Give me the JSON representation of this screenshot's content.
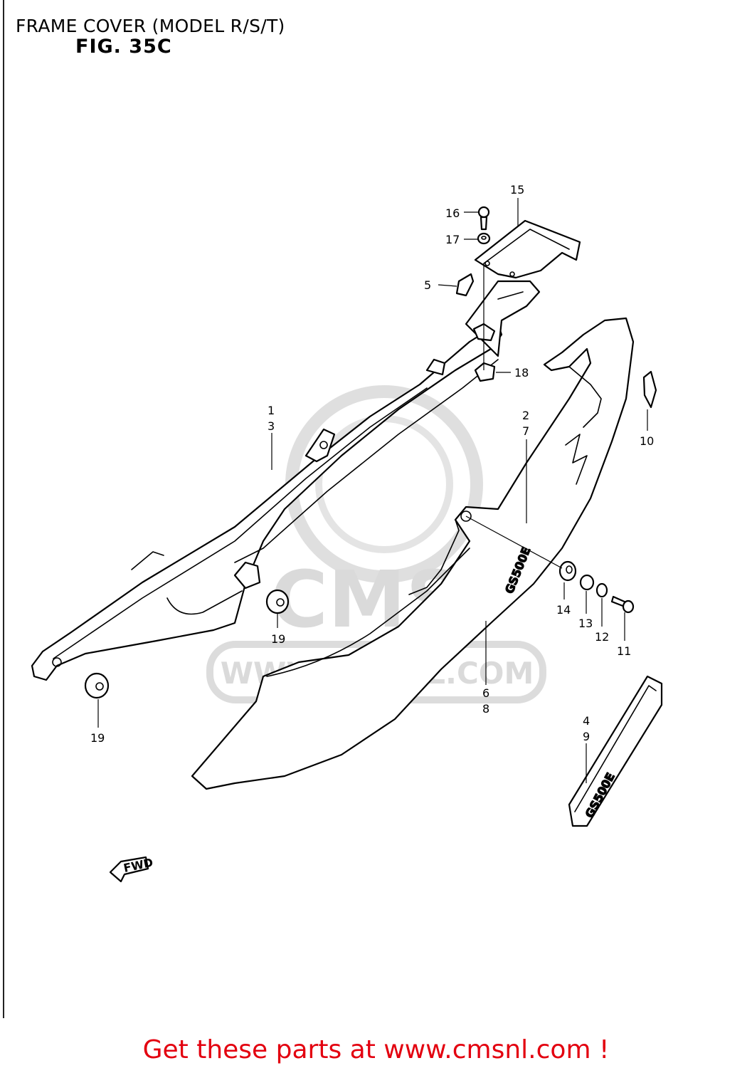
{
  "header": {
    "title": "FRAME COVER (MODEL R/S/T)",
    "figure": "FIG. 35C"
  },
  "watermark": {
    "logo": "CMS",
    "url": "WWW.CMSNL.COM"
  },
  "diagram": {
    "callouts": [
      "15",
      "16",
      "17",
      "5",
      "18",
      "10",
      "1",
      "3",
      "2",
      "7",
      "14",
      "13",
      "12",
      "11",
      "19",
      "19",
      "6",
      "8",
      "4",
      "9"
    ],
    "fwd_label": "FWD",
    "decal_text": "GS500E"
  },
  "footer": {
    "link_text": "Get these parts at www.cmsnl.com !"
  }
}
